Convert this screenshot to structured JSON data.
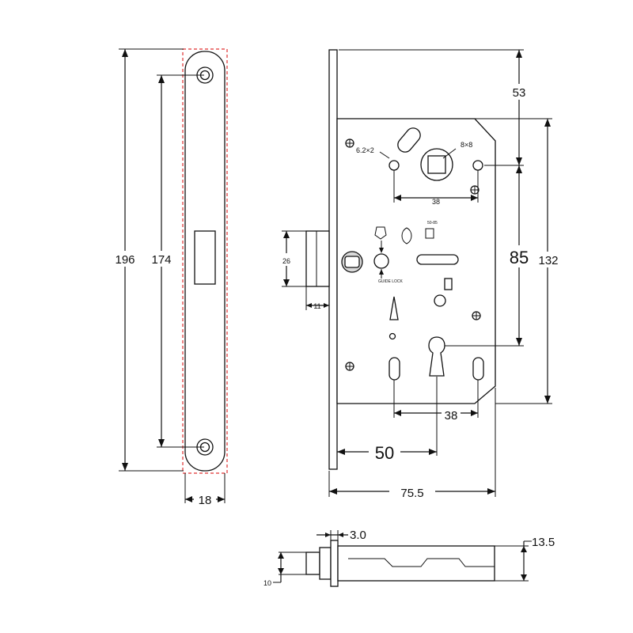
{
  "dimensions": {
    "faceplate_total": "196",
    "faceplate_hole_spacing": "174",
    "faceplate_width": "18",
    "top_offset": "53",
    "body_height": "132",
    "center_distance": "85",
    "hole_label": "6.2×2",
    "spindle_label": "8×8",
    "top_hole_spacing": "38",
    "bottom_hole_spacing": "38",
    "backset": "50",
    "body_depth": "75.5",
    "latch_height": "26",
    "latch_projection": "11",
    "faceplate_thickness": "3.0",
    "body_thickness": "13.5",
    "latch_side": "10"
  },
  "markings": {
    "model": "50-85",
    "lock_note": "GUIDE LOCK"
  },
  "colors": {
    "line": "#111111",
    "plate_fill": "#d9d9d9",
    "guide": "#e03030"
  }
}
